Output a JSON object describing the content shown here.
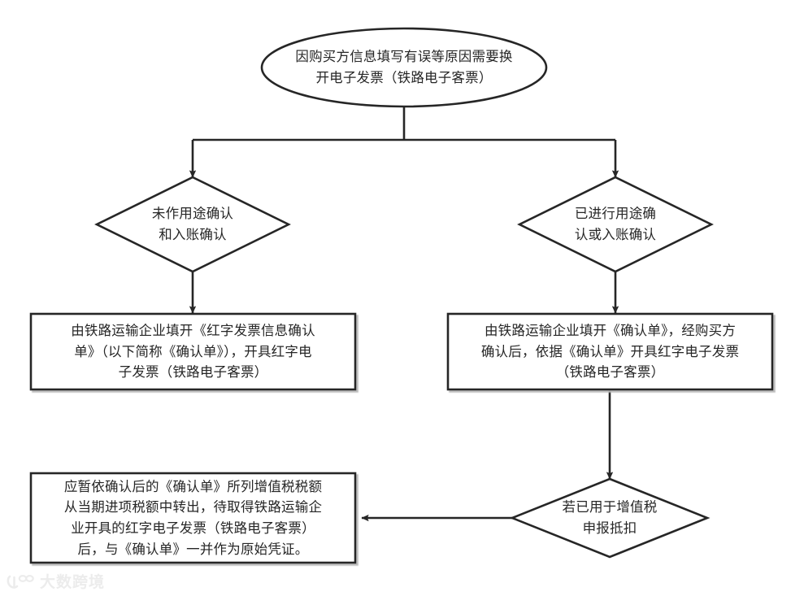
{
  "diagram": {
    "type": "flowchart",
    "title": "",
    "background_color": "#ffffff",
    "stroke_color": "#262626",
    "text_color": "#262626",
    "fill_color": "#ffffff",
    "nodes": [
      {
        "id": "start",
        "shape": "ellipse",
        "text": "因购买方信息填写有误等原因需要换\n开电子发票（铁路电子客票）"
      },
      {
        "id": "decision-left",
        "shape": "diamond",
        "text": "未作用途确认\n和入账确认"
      },
      {
        "id": "decision-right",
        "shape": "diamond",
        "text": "已进行用途确\n认或入账确认"
      },
      {
        "id": "process-left",
        "shape": "rectangle",
        "text": "由铁路运输企业填开《红字发票信息确认\n单》（以下简称《确认单》），开具红字电\n子发票（铁路电子客票）"
      },
      {
        "id": "process-right",
        "shape": "rectangle",
        "text": "由铁路运输企业填开《确认单》，经购买方\n确认后，依据《确认单》开具红字电子发票\n（铁路电子客票）"
      },
      {
        "id": "decision-bottom",
        "shape": "diamond",
        "text": "若已用于增值税\n申报抵扣"
      },
      {
        "id": "process-bottom-left",
        "shape": "rectangle",
        "text": "应暂依确认后的《确认单》所列增值税税额\n从当期进项税额中转出，待取得铁路运输企\n业开具的红字电子发票（铁路电子客票）\n后，与《确认单》一并作为原始凭证。"
      }
    ],
    "edges": [
      {
        "id": "edge-start-left",
        "from": "start",
        "to": "decision-left",
        "label": "",
        "direction": "down"
      },
      {
        "id": "edge-start-right",
        "from": "start",
        "to": "decision-right",
        "label": "",
        "direction": "down"
      },
      {
        "id": "edge-left-process",
        "from": "decision-left",
        "to": "process-left",
        "label": "",
        "direction": "down"
      },
      {
        "id": "edge-right-process",
        "from": "decision-right",
        "to": "process-right",
        "label": "",
        "direction": "down"
      },
      {
        "id": "edge-process-decision",
        "from": "process-right",
        "to": "decision-bottom",
        "label": "",
        "direction": "down"
      },
      {
        "id": "edge-decision-bottomleft",
        "from": "decision-bottom",
        "to": "process-bottom-left",
        "label": "",
        "direction": "left"
      }
    ]
  },
  "watermark": {
    "text": "大数跨境",
    "icon": "logo-mark-icon",
    "color": "#ececec"
  }
}
